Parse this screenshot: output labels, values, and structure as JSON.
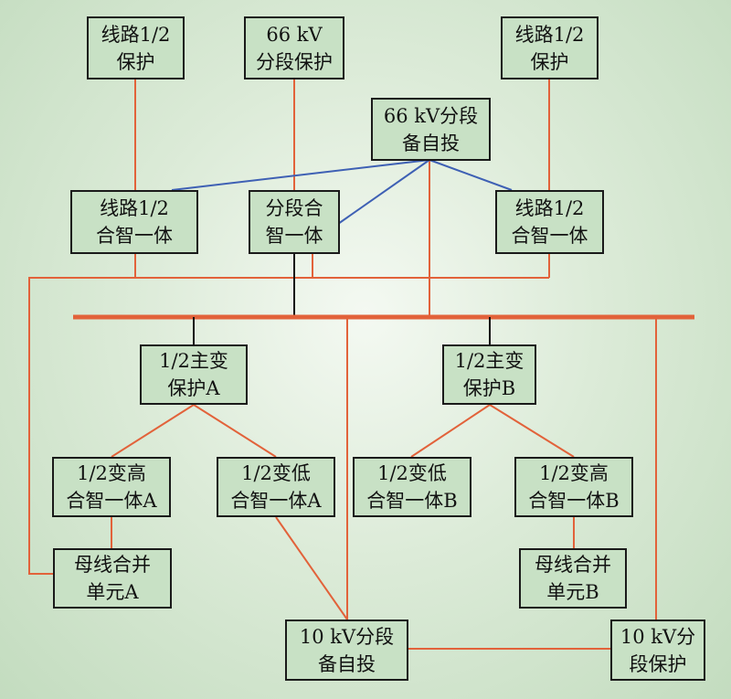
{
  "colors": {
    "orange": "#e2623a",
    "blue": "#3e60b4",
    "black": "#111111",
    "box_fill": "#c8e1c5"
  },
  "boxes": {
    "line_prot_l": [
      "线路1/2",
      "保护"
    ],
    "sec_prot_66": [
      "66 kV",
      "分段保护"
    ],
    "line_prot_r": [
      "线路1/2",
      "保护"
    ],
    "auto_66": [
      "66 kV分段",
      "备自投"
    ],
    "mu_line_l": [
      "线路1/2",
      "合智一体"
    ],
    "mu_sec": [
      "分段合",
      "智一体"
    ],
    "mu_line_r": [
      "线路1/2",
      "合智一体"
    ],
    "tx_prot_a": [
      "1/2主变",
      "保护A"
    ],
    "tx_prot_b": [
      "1/2主变",
      "保护B"
    ],
    "mu_hv_a": [
      "1/2变高",
      "合智一体A"
    ],
    "mu_lv_a": [
      "1/2变低",
      "合智一体A"
    ],
    "mu_lv_b": [
      "1/2变低",
      "合智一体B"
    ],
    "mu_hv_b": [
      "1/2变高",
      "合智一体B"
    ],
    "bus_mu_a": [
      "母线合并",
      "单元A"
    ],
    "bus_mu_b": [
      "母线合并",
      "单元B"
    ],
    "auto_10": [
      "10 kV分段",
      "备自投"
    ],
    "sec_prot_10": [
      "10 kV分",
      "段保护"
    ]
  }
}
